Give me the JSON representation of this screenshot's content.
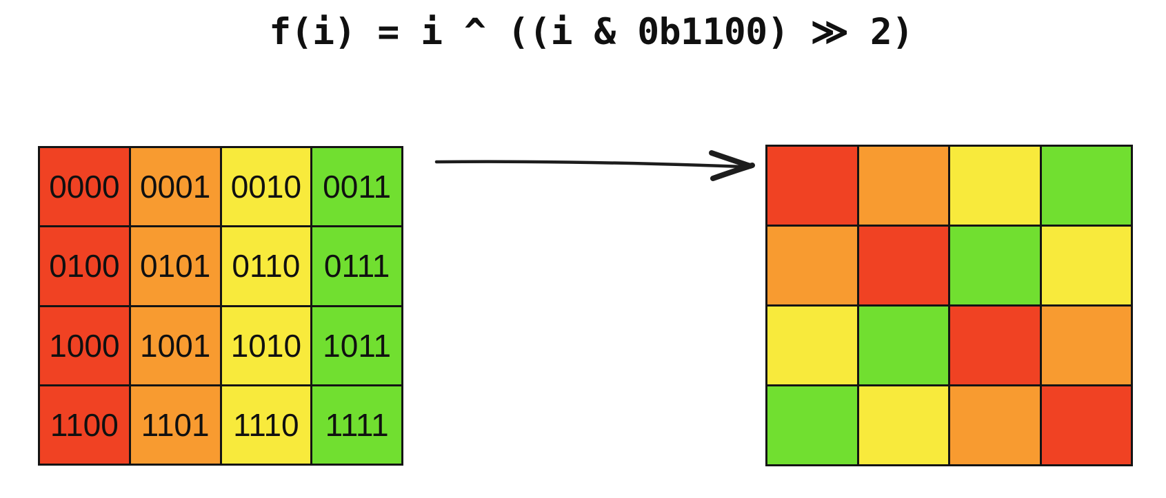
{
  "title": {
    "text": "f(i) = i ^ ((i & 0b1100) ≫ 2)"
  },
  "palette": {
    "red": "#F04223",
    "orange": "#F89B30",
    "yellow": "#F8EA3C",
    "green": "#71DF30",
    "grid_line": "#141414",
    "arrow": "#1d1d1d",
    "label_text": "#101010",
    "background": "#ffffff"
  },
  "left_grid": {
    "name": "input-grid",
    "rows": [
      {
        "cells": [
          {
            "label": "0000",
            "color": "red"
          },
          {
            "label": "0001",
            "color": "orange"
          },
          {
            "label": "0010",
            "color": "yellow"
          },
          {
            "label": "0011",
            "color": "green"
          }
        ]
      },
      {
        "cells": [
          {
            "label": "0100",
            "color": "red"
          },
          {
            "label": "0101",
            "color": "orange"
          },
          {
            "label": "0110",
            "color": "yellow"
          },
          {
            "label": "0111",
            "color": "green"
          }
        ]
      },
      {
        "cells": [
          {
            "label": "1000",
            "color": "red"
          },
          {
            "label": "1001",
            "color": "orange"
          },
          {
            "label": "1010",
            "color": "yellow"
          },
          {
            "label": "1011",
            "color": "green"
          }
        ]
      },
      {
        "cells": [
          {
            "label": "1100",
            "color": "red"
          },
          {
            "label": "1101",
            "color": "orange"
          },
          {
            "label": "1110",
            "color": "yellow"
          },
          {
            "label": "1111",
            "color": "green"
          }
        ]
      }
    ]
  },
  "right_grid": {
    "name": "output-grid",
    "rows": [
      {
        "cells": [
          {
            "color": "red"
          },
          {
            "color": "orange"
          },
          {
            "color": "yellow"
          },
          {
            "color": "green"
          }
        ]
      },
      {
        "cells": [
          {
            "color": "orange"
          },
          {
            "color": "red"
          },
          {
            "color": "green"
          },
          {
            "color": "yellow"
          }
        ]
      },
      {
        "cells": [
          {
            "color": "yellow"
          },
          {
            "color": "green"
          },
          {
            "color": "red"
          },
          {
            "color": "orange"
          }
        ]
      },
      {
        "cells": [
          {
            "color": "green"
          },
          {
            "color": "yellow"
          },
          {
            "color": "orange"
          },
          {
            "color": "red"
          }
        ]
      }
    ]
  },
  "arrow": {
    "icon": "arrow-right"
  }
}
